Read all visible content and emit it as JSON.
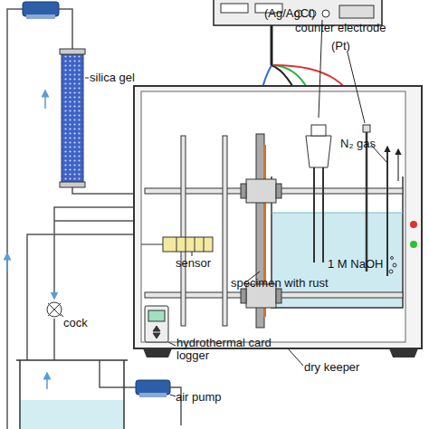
{
  "diagram": {
    "labels": [
      "(Ag/AgCl)",
      "counter electrode",
      "(Pt)",
      "silica gel",
      "N₂ gas",
      "sensor",
      "1 M NaOH",
      "specimen with rust",
      "cock",
      "hydrothermal card logger",
      "air pump",
      "dry keeper"
    ]
  }
}
